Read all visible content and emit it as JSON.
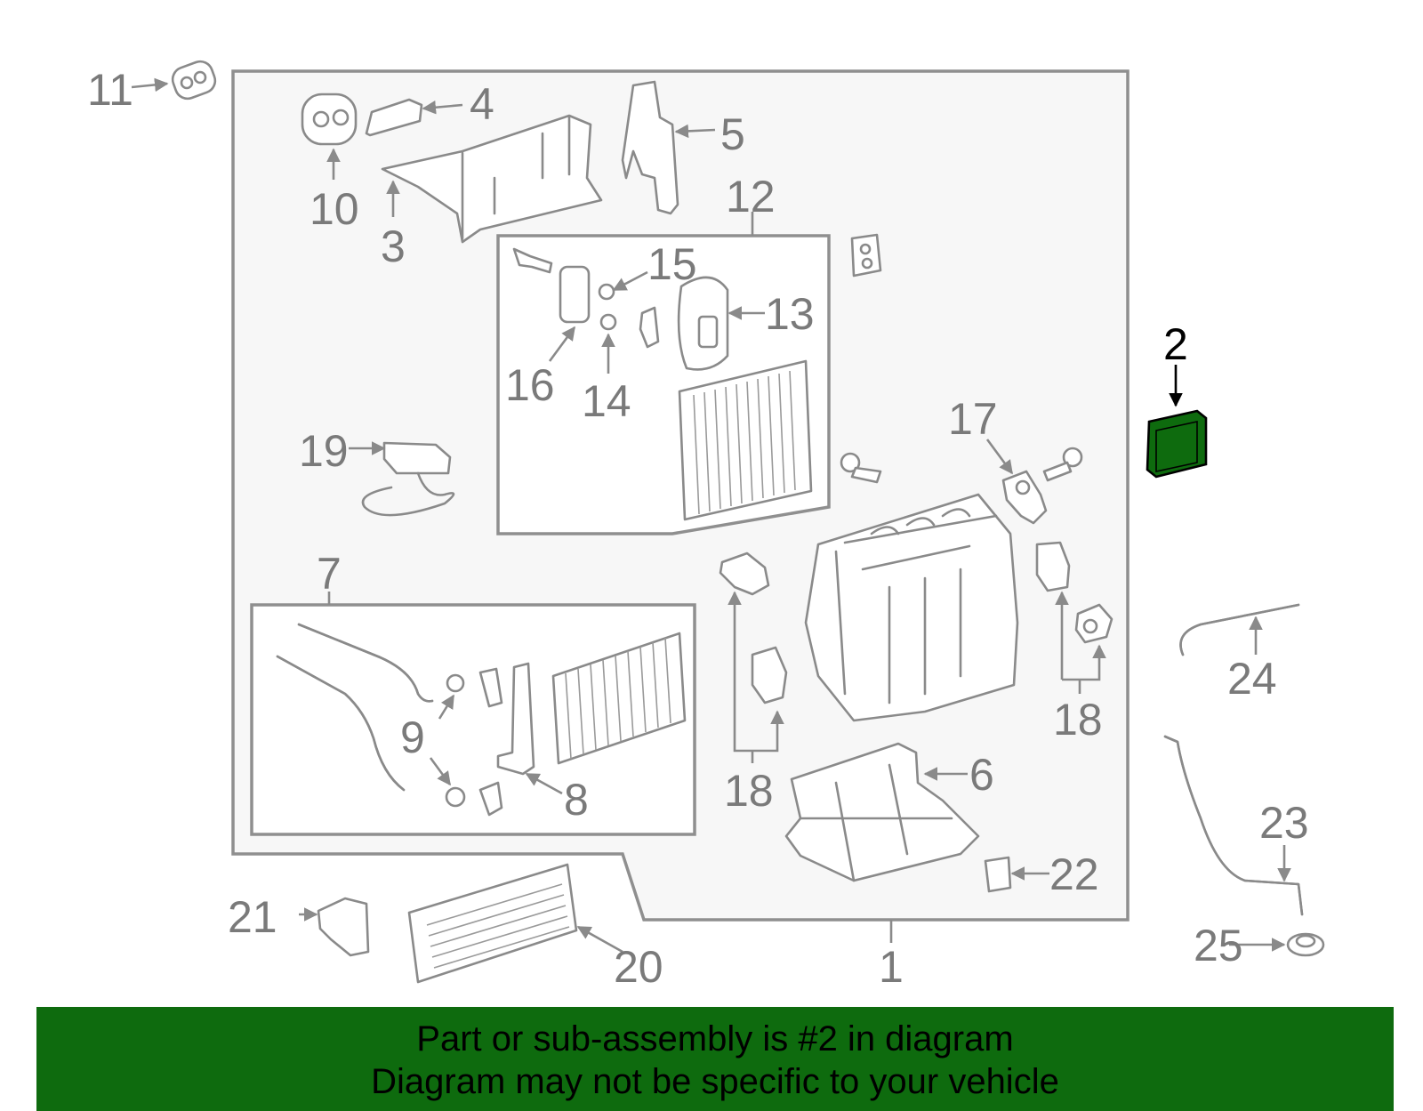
{
  "callouts": {
    "c1": "1",
    "c2": "2",
    "c3": "3",
    "c4": "4",
    "c5": "5",
    "c6": "6",
    "c7": "7",
    "c8": "8",
    "c9": "9",
    "c10": "10",
    "c11": "11",
    "c12": "12",
    "c13": "13",
    "c14": "14",
    "c15": "15",
    "c16": "16",
    "c17": "17",
    "c18a": "18",
    "c18b": "18",
    "c19": "19",
    "c20": "20",
    "c21": "21",
    "c22": "22",
    "c23": "23",
    "c24": "24",
    "c25": "25"
  },
  "highlight": {
    "part": "2",
    "color": "#0e6b0e"
  },
  "banner": {
    "line1": "Part or sub-assembly is #2 in diagram",
    "line2": "Diagram may not be specific to your vehicle",
    "background": "#0e6b0e"
  }
}
